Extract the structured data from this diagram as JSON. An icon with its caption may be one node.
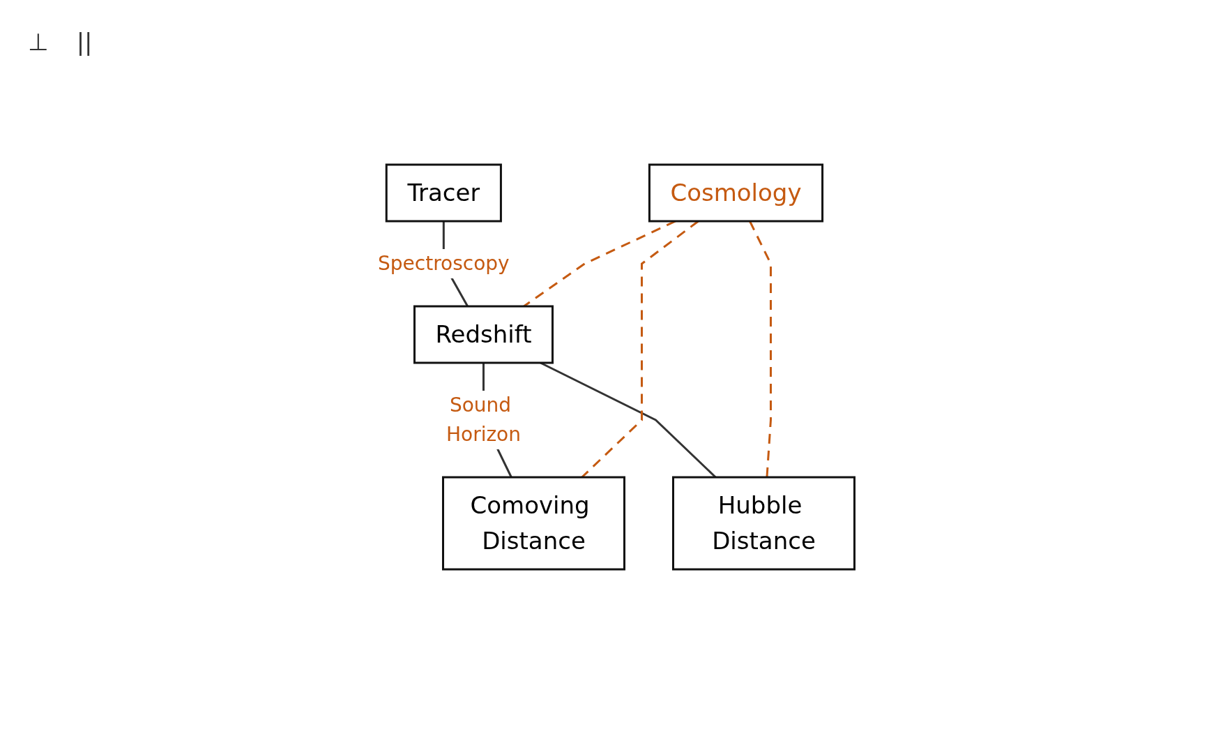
{
  "diagram": {
    "nodes": [
      {
        "text": [
          "Tracer"
        ]
      },
      {
        "text": [
          "Redshift"
        ]
      },
      {
        "text": [
          "Cosmology"
        ]
      },
      {
        "text": [
          "Comoving Distance"
        ]
      },
      {
        "text": [
          "Hubble Distance"
        ]
      }
    ],
    "labels": [
      "⊥",
      "||"
    ],
    "edges": [
      {
        "from": 0,
        "to": 1,
        "arrow": "none",
        "label": "Spectroscopy"
      },
      {
        "from": 1,
        "to": 3,
        "arrow": "none",
        "label": "Sound Horizon"
      },
      {
        "from": 1,
        "to": 4,
        "arrow": "none"
      },
      {
        "from": 2,
        "to": 1,
        "arrow": "none",
        "style": "dashed",
        "color": "#c55a11"
      },
      {
        "from": 2,
        "to": 3,
        "arrow": "none",
        "style": "dashed",
        "color": "#c55a11"
      },
      {
        "from": 2,
        "to": 4,
        "arrow": "none",
        "style": "dashed",
        "color": "#c55a11"
      }
    ]
  }
}
